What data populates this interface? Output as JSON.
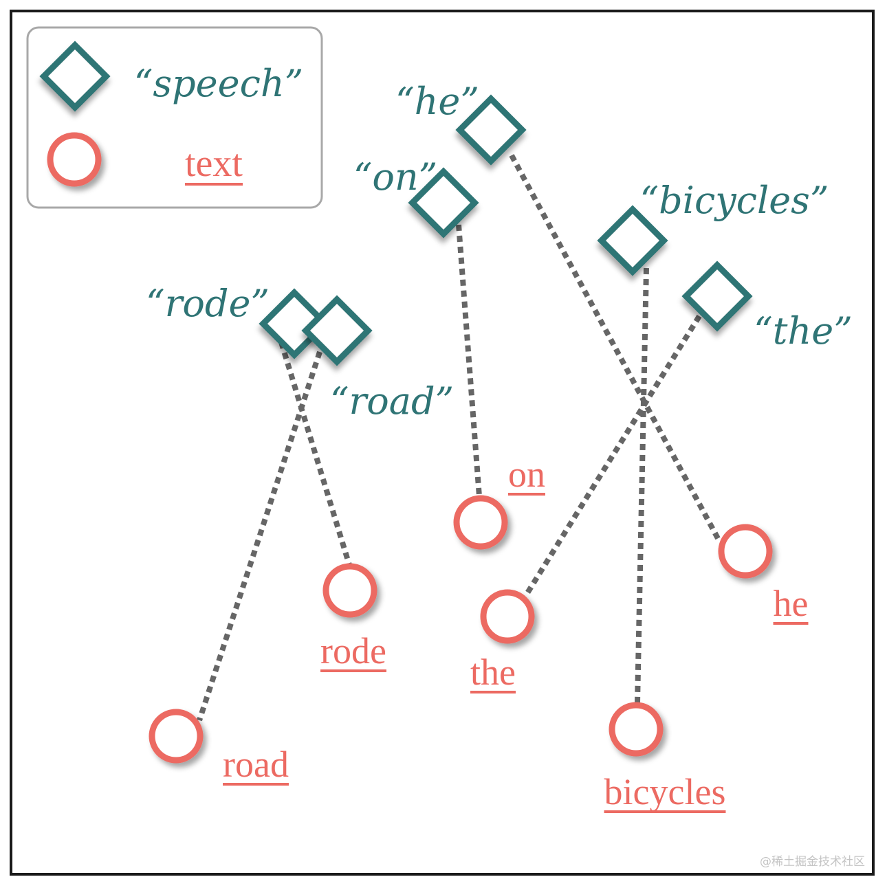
{
  "legend": {
    "speech_label": "“speech”",
    "text_label": "text"
  },
  "colors": {
    "speech": "#2f7475",
    "text": "#ec6a62",
    "link": "#666666",
    "frame": "#1a1a1a"
  },
  "speech_tokens": [
    {
      "id": "he",
      "label": "“he”"
    },
    {
      "id": "on",
      "label": "“on”"
    },
    {
      "id": "bicycles",
      "label": "“bicycles”"
    },
    {
      "id": "the",
      "label": "“the”"
    },
    {
      "id": "rode",
      "label": "“rode”"
    },
    {
      "id": "road",
      "label": "“road”"
    }
  ],
  "text_tokens": [
    {
      "id": "on",
      "label": "on"
    },
    {
      "id": "rode",
      "label": "rode"
    },
    {
      "id": "the",
      "label": "the"
    },
    {
      "id": "he",
      "label": "he"
    },
    {
      "id": "road",
      "label": "road"
    },
    {
      "id": "bicycles",
      "label": "bicycles"
    }
  ],
  "links": [
    {
      "speech": "rode",
      "text": "rode"
    },
    {
      "speech": "road",
      "text": "road"
    },
    {
      "speech": "on",
      "text": "on"
    },
    {
      "speech": "he",
      "text": "he"
    },
    {
      "speech": "bicycles",
      "text": "bicycles"
    },
    {
      "speech": "the",
      "text": "the"
    }
  ],
  "watermark": "@稀土掘金技术社区"
}
